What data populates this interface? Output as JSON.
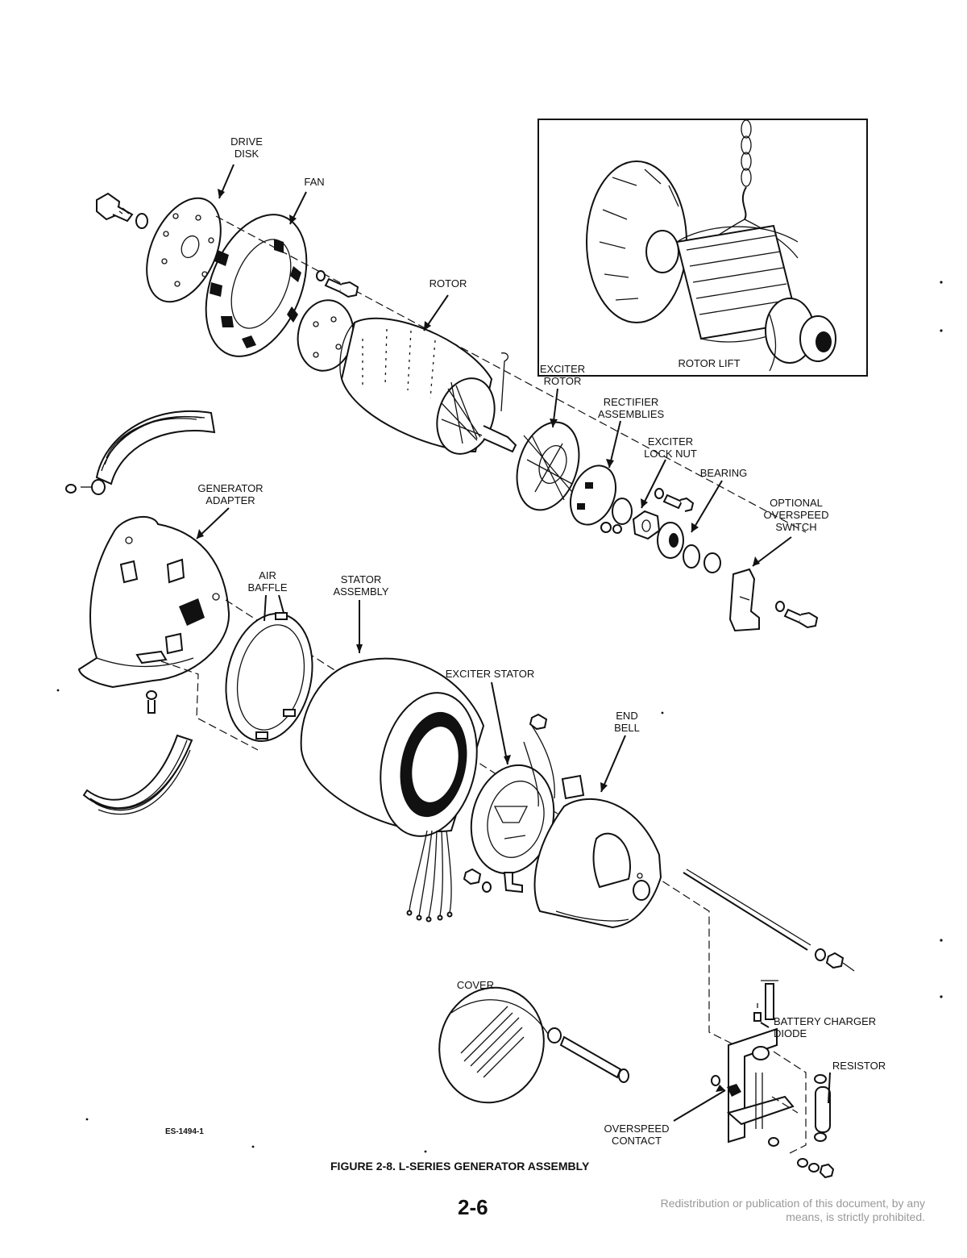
{
  "labels": {
    "drive_disk": "DRIVE\nDISK",
    "fan": "FAN",
    "rotor": "ROTOR",
    "rotor_lift": "ROTOR LIFT",
    "exciter_rotor": "EXCITER\nROTOR",
    "rectifier_assemblies": "RECTIFIER\nASSEMBLIES",
    "exciter_lock_nut": "EXCITER\nLOCK NUT",
    "bearing": "BEARING",
    "optional_overspeed_switch": "OPTIONAL\nOVERSPEED\nSWITCH",
    "generator_adapter": "GENERATOR\nADAPTER",
    "air_baffle": "AIR\nBAFFLE",
    "stator_assembly": "STATOR\nASSEMBLY",
    "exciter_stator": "EXCITER STATOR",
    "end_bell": "END\nBELL",
    "cover": "COVER",
    "battery_charger_diode": "BATTERY CHARGER\nDIODE",
    "resistor": "RESISTOR",
    "overspeed_contact": "OVERSPEED\nCONTACT"
  },
  "drawing_code": "ES-1494-1",
  "caption": "FIGURE  2-8.  L-SERIES GENERATOR ASSEMBLY",
  "page_number": "2-6",
  "notice": "Redistribution or publication of this document, by any means, is strictly prohibited."
}
